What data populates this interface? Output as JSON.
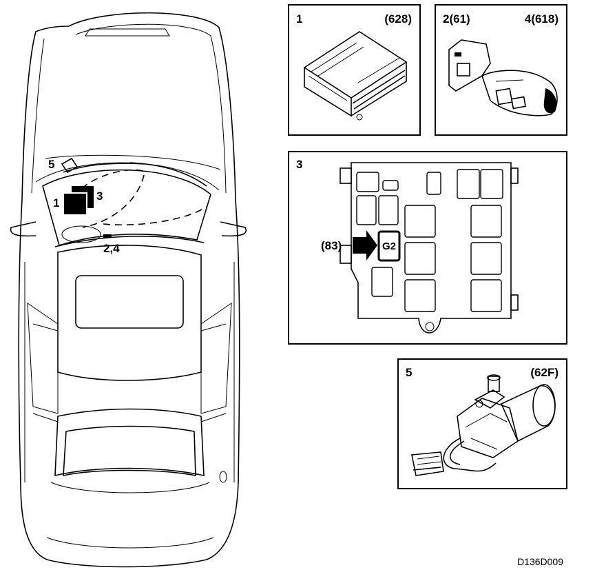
{
  "car_callouts": {
    "c5": "5",
    "c1": "1",
    "c3": "3",
    "c24": "2,4"
  },
  "panel1": {
    "number": "1",
    "code": "(628)"
  },
  "panel2": {
    "number_a": "2(61)",
    "number_b": "4(618)"
  },
  "panel3": {
    "number": "3",
    "pointer_code": "(83)",
    "fuse_label": "G2"
  },
  "panel5": {
    "number": "5",
    "code": "(62F)"
  },
  "figure_id": "D136D009"
}
